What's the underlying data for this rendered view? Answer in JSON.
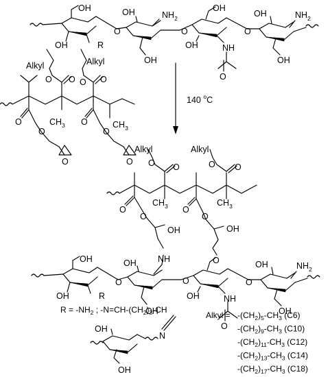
{
  "labels": {
    "OH": "OH",
    "NH": "NH",
    "NH2_base": "NH",
    "NH2_sub": "2",
    "R": "R",
    "N": "N",
    "O": "O",
    "Alkyl": "Alkyl",
    "CH3_base": "CH",
    "CH3_sub": "3"
  },
  "reaction": {
    "temp_value": "140",
    "temp_deg": "o",
    "temp_unit": "C"
  },
  "r_definition": {
    "prefix": "R = -NH",
    "prefix_sub": "2",
    "middle": " ; -N=CH-(CH",
    "middle_sub1": "2",
    "middle_close": ")",
    "middle_sub2": "3",
    "suffix": "-CH"
  },
  "alkyl_definition": {
    "head": "Alkyl = ",
    "open": "-(CH",
    "sub2": "2",
    "close": ")",
    "tail_base": "-CH",
    "tail_sub": "3",
    "items": [
      {
        "n": "5",
        "code": "(C6)"
      },
      {
        "n": "9",
        "code": "(C10)"
      },
      {
        "n": "11",
        "code": "(C12)"
      },
      {
        "n": "13",
        "code": "(C14)"
      },
      {
        "n": "17",
        "code": "(C18)"
      }
    ]
  }
}
